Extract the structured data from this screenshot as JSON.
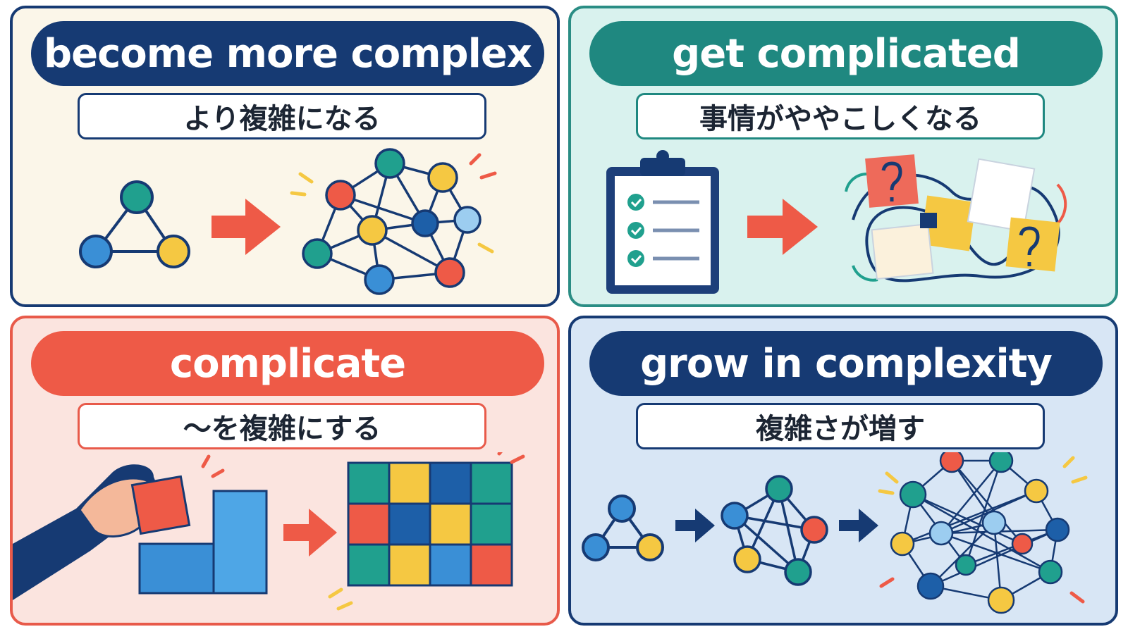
{
  "panels": [
    {
      "title": "become more complex",
      "subtitle": "より複雑になる"
    },
    {
      "title": "get complicated",
      "subtitle": "事情がややこしくなる"
    },
    {
      "title": "complicate",
      "subtitle": "〜を複雑にする"
    },
    {
      "title": "grow in complexity",
      "subtitle": "複雑さが増す"
    }
  ],
  "colors": {
    "navy": "#163a73",
    "teal": "#1f8880",
    "coral": "#ee5a47",
    "yellow": "#f5c842",
    "blue": "#3a8fd6",
    "green_teal": "#20a08e"
  },
  "icons": {
    "card_1": [
      "triangle-network-icon",
      "arrow-right-icon",
      "complex-network-icon"
    ],
    "card_2": [
      "clipboard-checklist-icon",
      "arrow-right-icon",
      "tangled-papers-icon"
    ],
    "card_3": [
      "hand-holding-puzzle-icon",
      "arrow-right-icon",
      "puzzle-grid-icon"
    ],
    "card_4": [
      "triangle-network-icon",
      "arrow-right-icon",
      "network-icon",
      "arrow-right-icon",
      "dense-network-icon"
    ]
  }
}
